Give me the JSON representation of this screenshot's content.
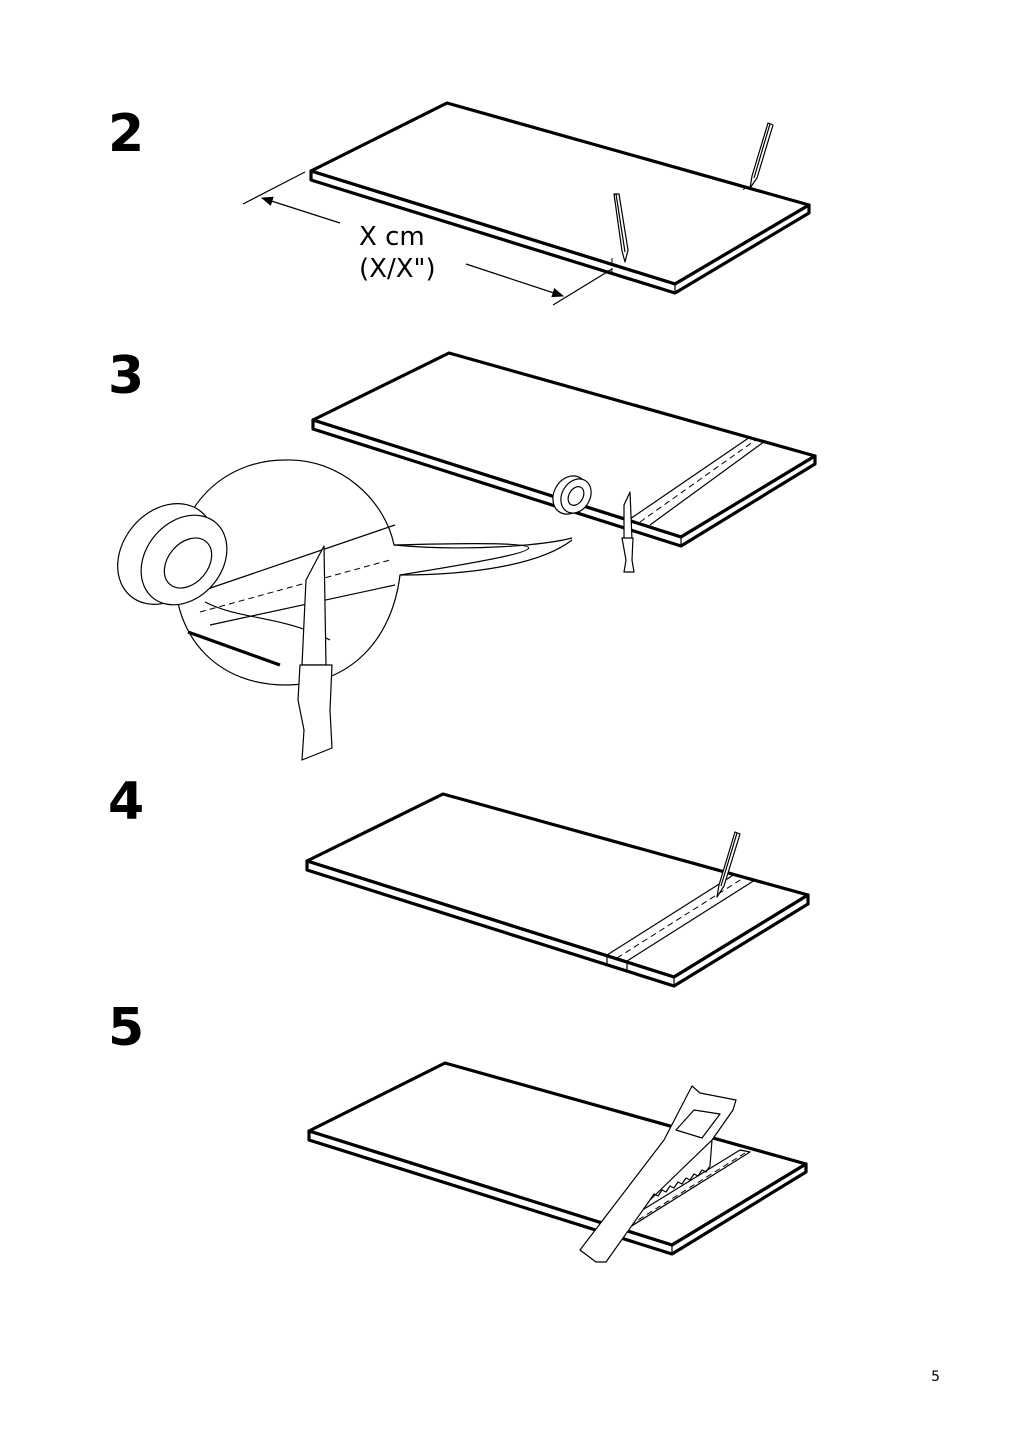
{
  "steps": [
    {
      "number": "2"
    },
    {
      "number": "3"
    },
    {
      "number": "4"
    },
    {
      "number": "5"
    }
  ],
  "measurement": {
    "line1": "X cm",
    "line2": "(X/X\")"
  },
  "page_number": "5",
  "icons": [
    "panel",
    "pencil-icon",
    "tape-roll-icon",
    "knife-icon",
    "saw-icon",
    "magnifier-detail"
  ]
}
